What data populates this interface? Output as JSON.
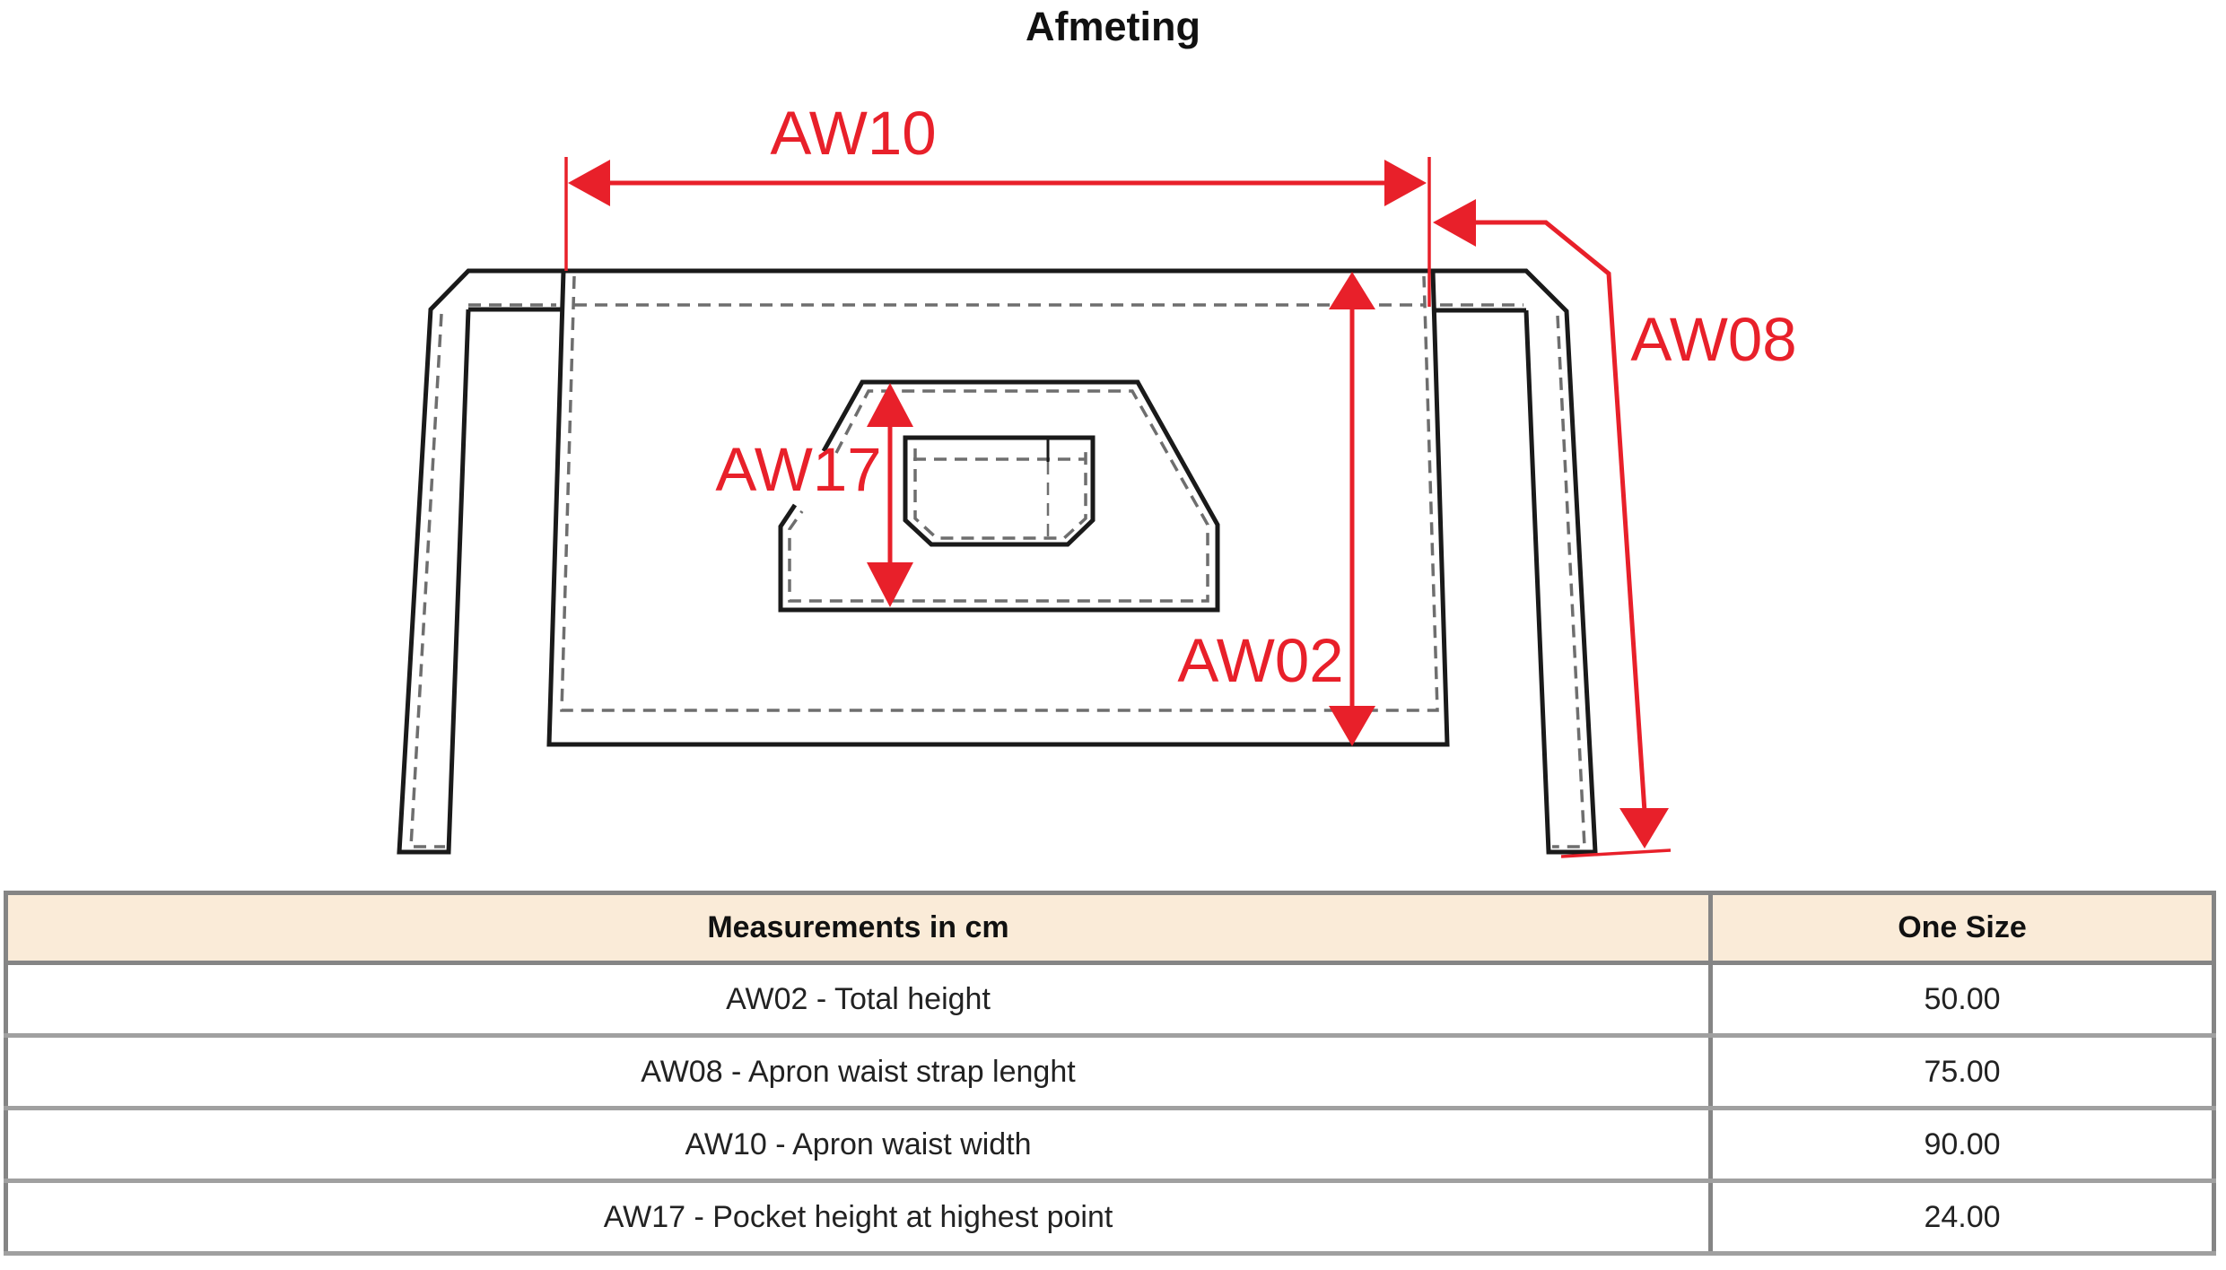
{
  "title": "Afmeting",
  "colors": {
    "measurement_red": "#E8202A",
    "header_background": "#FAEBD8",
    "outline": "#1a1a1a"
  },
  "diagram": {
    "subject": "apron",
    "labels": {
      "aw10": "AW10",
      "aw08": "AW08",
      "aw17": "AW17",
      "aw02": "AW02"
    }
  },
  "table": {
    "headers": [
      "Measurements in cm",
      "One Size"
    ],
    "rows": [
      {
        "measurement": "AW02 - Total height",
        "one_size": "50.00"
      },
      {
        "measurement": "AW08 - Apron waist strap lenght",
        "one_size": "75.00"
      },
      {
        "measurement": "AW10 - Apron waist width",
        "one_size": "90.00"
      },
      {
        "measurement": "AW17 - Pocket height at highest point",
        "one_size": "24.00"
      }
    ]
  }
}
